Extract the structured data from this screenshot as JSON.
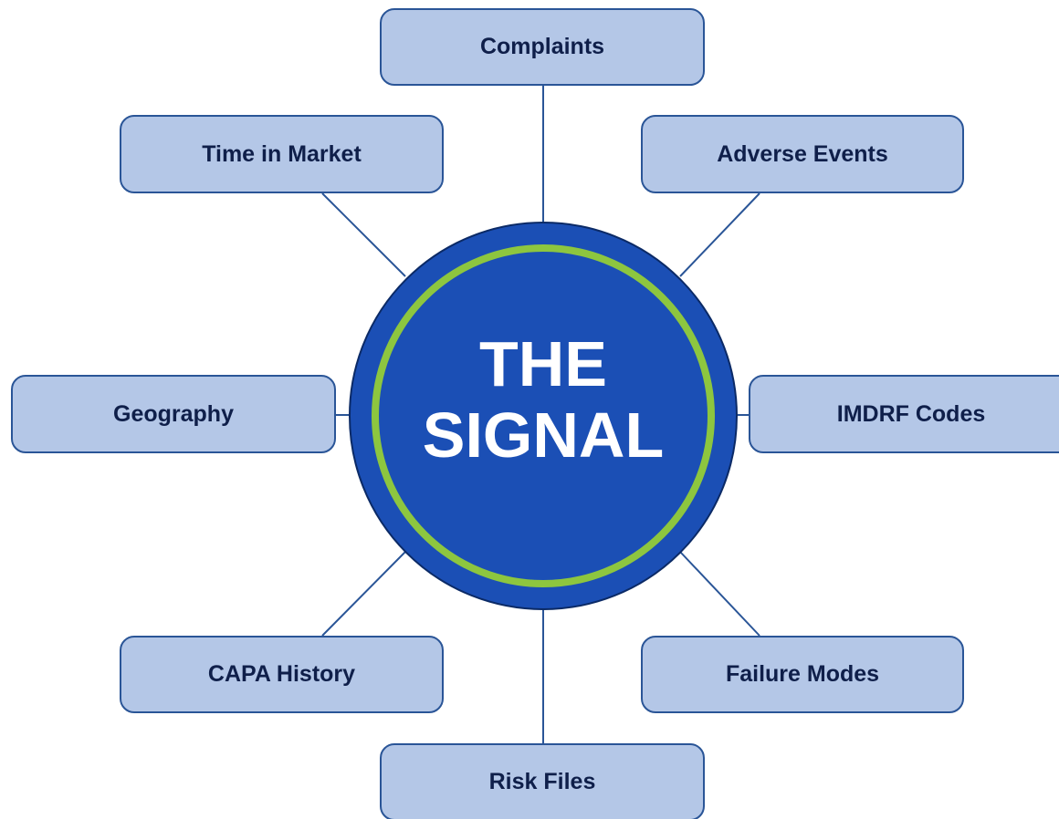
{
  "diagram": {
    "center": {
      "line1": "THE",
      "line2": "SIGNAL"
    },
    "nodes": {
      "complaints": "Complaints",
      "time_in_market": "Time in Market",
      "adverse_events": "Adverse Events",
      "geography": "Geography",
      "imdrf_codes": "IMDRF Codes",
      "capa_history": "CAPA History",
      "failure_modes": "Failure Modes",
      "risk_files": "Risk Files"
    },
    "colors": {
      "node_fill": "#b4c7e7",
      "node_border": "#2a5597",
      "node_text": "#0f1f4a",
      "hub_fill": "#1b4fb5",
      "hub_ring": "#8dc63f",
      "hub_text": "#ffffff"
    }
  }
}
